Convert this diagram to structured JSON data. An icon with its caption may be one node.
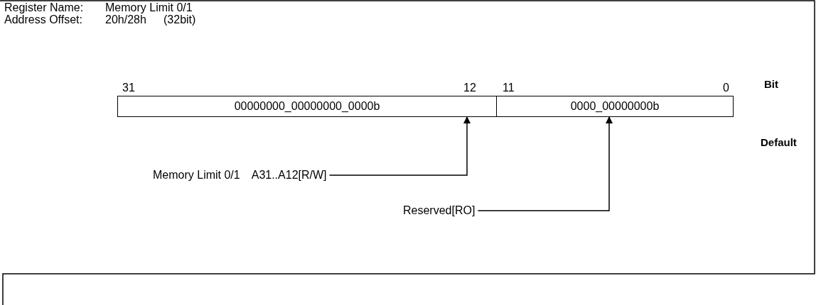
{
  "diagram": {
    "nodes": [
      {
        "text": [
          "00000000_00000000_0000b"
        ]
      },
      {
        "text": [
          "0000_00000000b"
        ]
      },
      {
        "text": [
          "Memory Limit 0/1",
          "A31..A12[R/W]"
        ]
      },
      {
        "text": [
          "Reserved[RO]"
        ]
      }
    ],
    "edges": [
      {
        "from": 2,
        "to": 0,
        "arrow": "to"
      },
      {
        "from": 3,
        "to": 1,
        "arrow": "to"
      }
    ],
    "labels": [
      "Register Name:",
      "Memory Limit 0/1",
      "Address Offset:",
      "20h/28h",
      "(32bit)",
      "31",
      "12",
      "11",
      "0",
      "Bit",
      "Default"
    ]
  }
}
